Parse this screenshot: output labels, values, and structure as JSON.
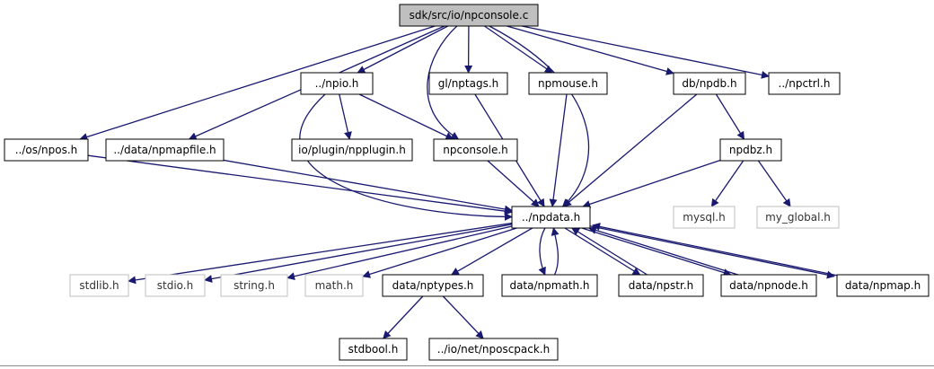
{
  "graph": {
    "colors": {
      "edge": "#191970",
      "border": "#000000",
      "external_border": "#bfbfbf",
      "root_fill": "#bfbfbf",
      "fill": "#ffffff"
    },
    "nodes": [
      {
        "id": "root",
        "label": "sdk/src/io/npconsole.c",
        "kind": "root"
      },
      {
        "id": "npio",
        "label": "../npio.h",
        "kind": "normal"
      },
      {
        "id": "nptags",
        "label": "gl/nptags.h",
        "kind": "normal"
      },
      {
        "id": "npmouse",
        "label": "npmouse.h",
        "kind": "normal"
      },
      {
        "id": "npdb",
        "label": "db/npdb.h",
        "kind": "normal"
      },
      {
        "id": "npctrl",
        "label": "../npctrl.h",
        "kind": "normal"
      },
      {
        "id": "npos",
        "label": "../os/npos.h",
        "kind": "normal"
      },
      {
        "id": "npmapfile",
        "label": "../data/npmapfile.h",
        "kind": "normal"
      },
      {
        "id": "npplugin",
        "label": "io/plugin/npplugin.h",
        "kind": "normal"
      },
      {
        "id": "npconsole",
        "label": "npconsole.h",
        "kind": "normal"
      },
      {
        "id": "npdbz",
        "label": "npdbz.h",
        "kind": "normal"
      },
      {
        "id": "npdata",
        "label": "../npdata.h",
        "kind": "normal"
      },
      {
        "id": "mysql",
        "label": "mysql.h",
        "kind": "external"
      },
      {
        "id": "myglobal",
        "label": "my_global.h",
        "kind": "external"
      },
      {
        "id": "stdlib",
        "label": "stdlib.h",
        "kind": "external"
      },
      {
        "id": "stdio",
        "label": "stdio.h",
        "kind": "external"
      },
      {
        "id": "string",
        "label": "string.h",
        "kind": "external"
      },
      {
        "id": "math",
        "label": "math.h",
        "kind": "external"
      },
      {
        "id": "nptypes",
        "label": "data/nptypes.h",
        "kind": "normal"
      },
      {
        "id": "npmath",
        "label": "data/npmath.h",
        "kind": "normal"
      },
      {
        "id": "npstr",
        "label": "data/npstr.h",
        "kind": "normal"
      },
      {
        "id": "npnode",
        "label": "data/npnode.h",
        "kind": "normal"
      },
      {
        "id": "npmap",
        "label": "data/npmap.h",
        "kind": "normal"
      },
      {
        "id": "stdbool",
        "label": "stdbool.h",
        "kind": "normal"
      },
      {
        "id": "nposcpack",
        "label": "../io/net/nposcpack.h",
        "kind": "normal"
      }
    ],
    "edges": [
      [
        "root",
        "npos"
      ],
      [
        "root",
        "npmapfile"
      ],
      [
        "root",
        "npio"
      ],
      [
        "root",
        "npconsole"
      ],
      [
        "root",
        "nptags"
      ],
      [
        "root",
        "npmouse"
      ],
      [
        "root",
        "npdata"
      ],
      [
        "root",
        "npdb"
      ],
      [
        "root",
        "npctrl"
      ],
      [
        "npio",
        "npplugin"
      ],
      [
        "npio",
        "npconsole"
      ],
      [
        "npio",
        "npdata"
      ],
      [
        "nptags",
        "npdata"
      ],
      [
        "npmouse",
        "npdata"
      ],
      [
        "npdb",
        "npdbz"
      ],
      [
        "npdb",
        "npdata"
      ],
      [
        "npdbz",
        "npdata"
      ],
      [
        "npdbz",
        "mysql"
      ],
      [
        "npdbz",
        "myglobal"
      ],
      [
        "npos",
        "npdata"
      ],
      [
        "npmapfile",
        "npdata"
      ],
      [
        "npconsole",
        "npdata"
      ],
      [
        "npdata",
        "stdlib"
      ],
      [
        "npdata",
        "stdio"
      ],
      [
        "npdata",
        "string"
      ],
      [
        "npdata",
        "math"
      ],
      [
        "npdata",
        "nptypes"
      ],
      [
        "npdata",
        "npmath"
      ],
      [
        "npdata",
        "npstr"
      ],
      [
        "npdata",
        "npnode"
      ],
      [
        "npdata",
        "npmap"
      ],
      [
        "npmath",
        "npdata"
      ],
      [
        "npstr",
        "npdata"
      ],
      [
        "npnode",
        "npdata"
      ],
      [
        "npmap",
        "npdata"
      ],
      [
        "nptypes",
        "stdbool"
      ],
      [
        "nptypes",
        "nposcpack"
      ]
    ]
  }
}
